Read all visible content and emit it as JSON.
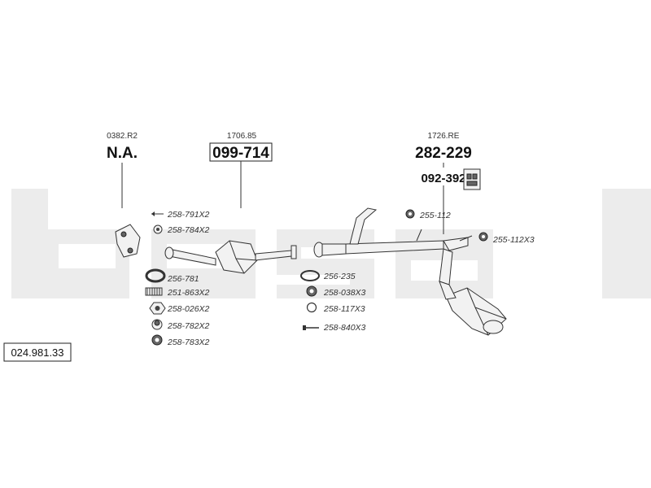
{
  "watermark": "bosal",
  "catalog_number": "024.981.33",
  "callouts": [
    {
      "ref": "0382.R2",
      "number": "N.A.",
      "boxed": false
    },
    {
      "ref": "1706.85",
      "number": "099-714",
      "boxed": true
    },
    {
      "ref": "1726.RE",
      "number": "282-229",
      "boxed": false
    }
  ],
  "mount_part": "092-392",
  "left_parts": [
    "258-791X2",
    "258-784X2",
    "256-781",
    "251-863X2",
    "258-026X2",
    "258-782X2",
    "258-783X2"
  ],
  "middle_parts": [
    "256-235",
    "258-038X3",
    "258-117X3",
    "258-840X3"
  ],
  "rear_parts": [
    "255-112",
    "255-112X3"
  ]
}
